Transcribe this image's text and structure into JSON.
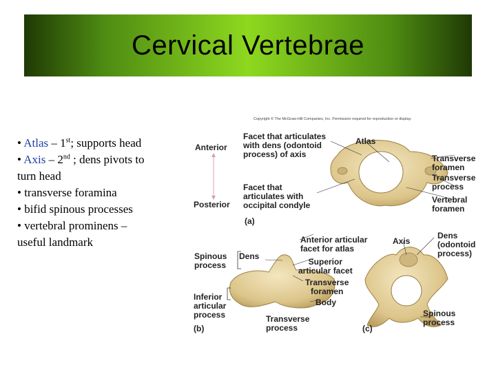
{
  "title": "Cervical Vertebrae",
  "bullets": {
    "l1_pre": "• ",
    "l1_hl": "Atlas",
    "l1_mid": " – 1",
    "l1_sup": "st",
    "l1_post": "; supports head",
    "l2_pre": "• ",
    "l2_hl": "Axis",
    "l2_mid": " – 2",
    "l2_sup": "nd",
    "l2_post": " ; dens pivots to",
    "l3": "turn head",
    "l4": "• transverse foramina",
    "l5": "• bifid spinous processes",
    "l6": "• vertebral prominens –",
    "l7": "useful landmark"
  },
  "figure": {
    "copyright": "Copyright © The McGraw-Hill Companies, Inc. Permission required for reproduction or display.",
    "anterior": "Anterior",
    "posterior": "Posterior",
    "facet_dens_1": "Facet that articulates",
    "facet_dens_2": "with dens (odontoid",
    "facet_dens_3": "process) of axis",
    "atlas": "Atlas",
    "transverse_foramen_1": "Transverse",
    "transverse_foramen_2": "foramen",
    "transverse_process_1": "Transverse",
    "transverse_process_2": "process",
    "vertebral_foramen_1": "Vertebral",
    "vertebral_foramen_2": "foramen",
    "facet_occ_1": "Facet that",
    "facet_occ_2": "articulates with",
    "facet_occ_3": "occipital condyle",
    "label_a": "(a)",
    "spinous_1": "Spinous",
    "spinous_2": "process",
    "dens": "Dens",
    "ant_facet_1": "Anterior articular",
    "ant_facet_2": "facet for atlas",
    "sup_facet_1": "Superior",
    "sup_facet_2": "articular facet",
    "tf_b_1": "Transverse",
    "tf_b_2": "foramen",
    "body": "Body",
    "axis": "Axis",
    "dens_c_1": "Dens",
    "dens_c_2": "(odontoid",
    "dens_c_3": "process)",
    "inf_1": "Inferior",
    "inf_2": "articular",
    "inf_3": "process",
    "label_b": "(b)",
    "tp_b_1": "Transverse",
    "tp_b_2": "process",
    "label_c": "(c)",
    "spinous_c_1": "Spinous",
    "spinous_c_2": "process"
  },
  "colors": {
    "bone": "#e4d19a",
    "bone_shade": "#b89a5c",
    "title_green": "#8ed81f",
    "highlight": "#1b3fa6"
  }
}
